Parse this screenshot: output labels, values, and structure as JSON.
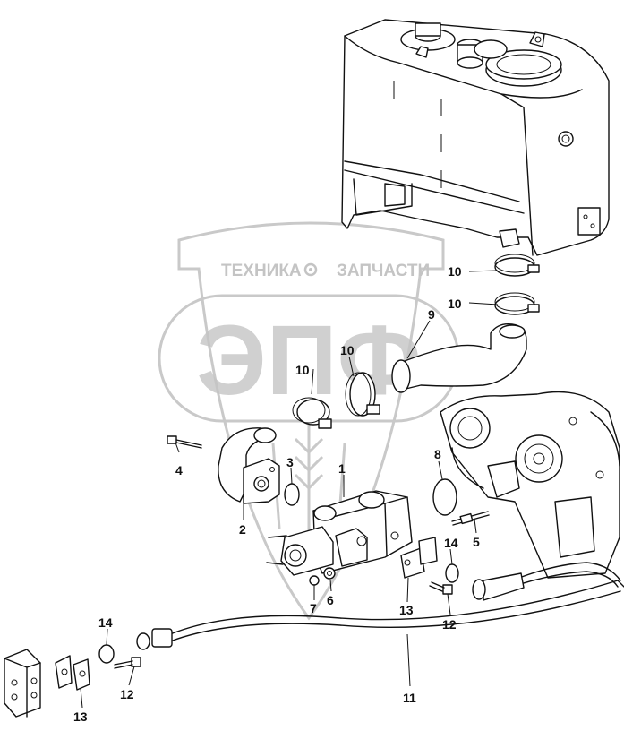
{
  "watermark": {
    "line1_left": "ТЕХНИКА",
    "line1_right": "ЗАПЧАСТИ",
    "big_letters": "ЭПФ"
  },
  "callouts": {
    "c1": "1",
    "c2": "2",
    "c3": "3",
    "c4": "4",
    "c5": "5",
    "c6": "6",
    "c7": "7",
    "c8": "8",
    "c9": "9",
    "c10a": "10",
    "c10b": "10",
    "c10c": "10",
    "c10d": "10",
    "c11": "11",
    "c12a": "12",
    "c12b": "12",
    "c13a": "13",
    "c13b": "13",
    "c14a": "14",
    "c14b": "14"
  }
}
